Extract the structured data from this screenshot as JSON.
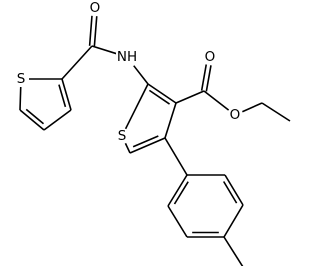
{
  "structure": {
    "atoms": [
      {
        "id": "S1",
        "label": "S"
      },
      {
        "id": "O1",
        "label": "O"
      },
      {
        "id": "N1",
        "label": "NH"
      },
      {
        "id": "O2",
        "label": "O"
      },
      {
        "id": "O3",
        "label": "O"
      },
      {
        "id": "S2",
        "label": "S"
      }
    ]
  },
  "colors": {
    "bond": "#000000",
    "label": "#000000",
    "background": "#ffffff"
  }
}
